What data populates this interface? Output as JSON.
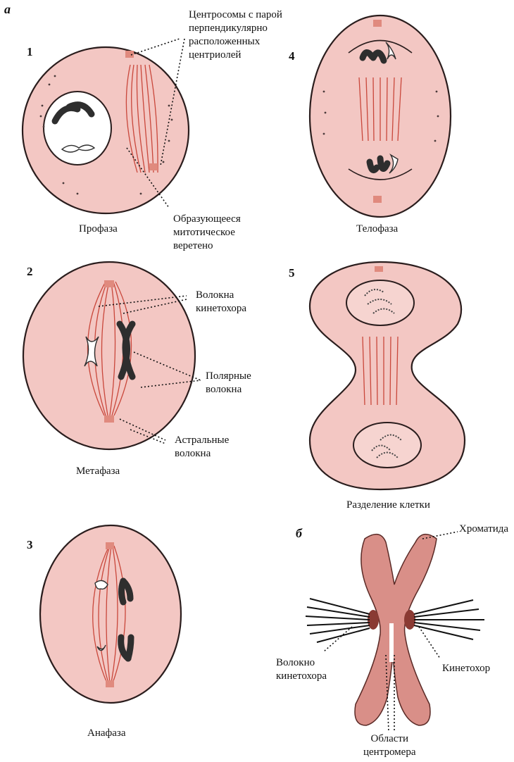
{
  "panel_a_letter": "а",
  "panel_b_letter": "б",
  "stages": {
    "prophase": {
      "number": "1",
      "title": "Профаза"
    },
    "metaphase": {
      "number": "2",
      "title": "Метафаза"
    },
    "anaphase": {
      "number": "3",
      "title": "Анафаза"
    },
    "telophase": {
      "number": "4",
      "title": "Телофаза"
    },
    "cytokinesis": {
      "number": "5",
      "title": "Разделение клетки"
    }
  },
  "callouts": {
    "centrosomes": "Центросомы с парой\nперпендикулярно\nрасположенных\nцентриолей",
    "forming_spindle": "Образующееся\nмитотическое\nверетено",
    "kinetochore_fibers": "Волокна\nкинетохора",
    "polar_fibers": "Полярные\nволокна",
    "astral_fibers": "Астральные\nволокна",
    "chromatid": "Хроматида",
    "kinetochore_fiber": "Волокно\nкинетохора",
    "kinetochore": "Кинетохор",
    "centromere_regions": "Области\nцентромера"
  },
  "colors": {
    "cytoplasm": "#f3c7c3",
    "spindle": "#c9473b",
    "chromosome": "#2e2e2e",
    "chromatid": "#d98f88"
  }
}
